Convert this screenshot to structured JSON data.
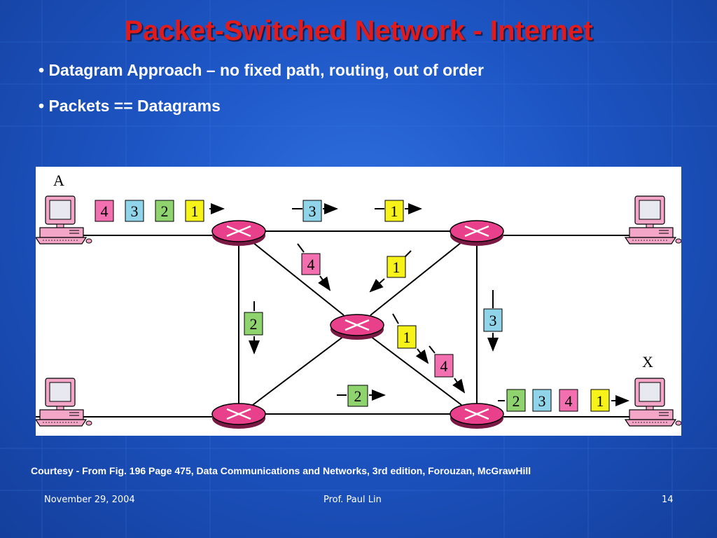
{
  "slide": {
    "title": "Packet-Switched Network - Internet",
    "bullets": [
      "• Datagram Approach – no fixed path, routing, out of order",
      "• Packets == Datagrams"
    ],
    "caption": "Courtesy - From Fig. 196 Page 475, Data Communications and  Networks, 3rd edition, Forouzan, McGrawHill",
    "footer": {
      "date": "November 29, 2004",
      "author": "Prof. Paul Lin",
      "page": "14"
    }
  },
  "figure": {
    "labels": {
      "sender": "A",
      "receiver": "X"
    },
    "packets": {
      "p1": "1",
      "p2": "2",
      "p3": "3",
      "p4": "4"
    },
    "colors": {
      "packet_1": "#f7f21a",
      "packet_2": "#8fd36f",
      "packet_3": "#8fd4e8",
      "packet_4": "#f26fb0",
      "router": "#e8408a",
      "computer": "#f4a6c8"
    }
  }
}
